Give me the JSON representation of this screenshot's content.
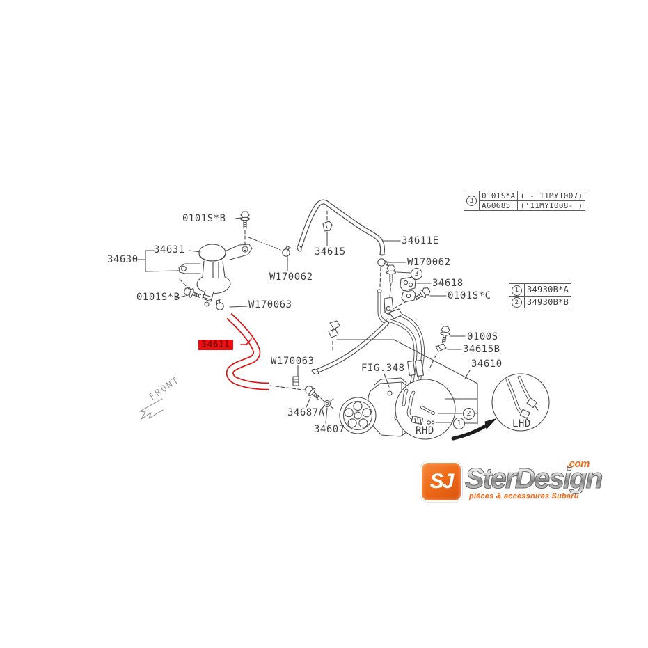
{
  "diagram": {
    "highlight_color": "#ee1010",
    "labels": {
      "bolt_top_screw": "0101S*B",
      "cap": "34631",
      "reservoir_assy": "34630",
      "bolt_side_screw": "0101S*B",
      "clamp_reservoir": "W170063",
      "clamp_hose_left": "W170062",
      "hose_clip": "34615",
      "suction_hose": "34611E",
      "clamp_hose_right": "W170062",
      "bracket": "34618",
      "bolt_bracket": "0101S*C",
      "bolt_pipe": "0100S",
      "pipe_clip": "34615B",
      "hose_assembly": "34610",
      "return_hose": "34611",
      "clamp_mid": "W170063",
      "pump_figure": "FIG.348",
      "bolt_pump": "34687A",
      "connector": "34607",
      "rhd": "RHD",
      "lhd": "LHD",
      "front": "FRONT"
    },
    "callouts": {
      "one": "1",
      "two": "2",
      "three": "3"
    },
    "ref_tables": {
      "top": {
        "callout": "3",
        "rows": [
          {
            "part": "0101S*A",
            "range": "( -'11MY1007)"
          },
          {
            "part": "A60685",
            "range": "('11MY1008- )"
          }
        ]
      },
      "side": {
        "rows": [
          {
            "callout": "1",
            "part": "34930B*A"
          },
          {
            "callout": "2",
            "part": "34930B*B"
          }
        ]
      }
    }
  },
  "watermark": {
    "monogram": "SJ",
    "name": "SterDesign",
    "tld": ".com",
    "tagline": "pièces & accessoires Subaru",
    "orange": "#ef6c1a"
  }
}
